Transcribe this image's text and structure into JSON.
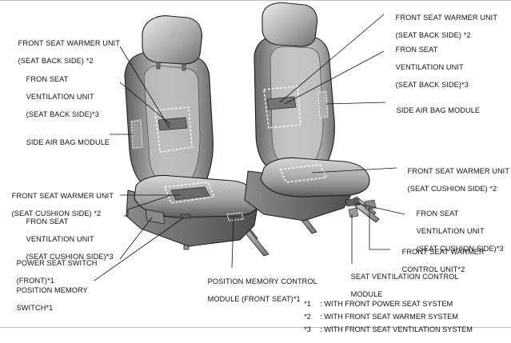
{
  "labels": {
    "l_warmer_back": {
      "lines": [
        "FRONT SEAT WARMER UNIT",
        "(SEAT BACK SIDE) *2"
      ]
    },
    "l_vent_back": {
      "lines": [
        "FRON SEAT",
        "VENTILATION UNIT",
        "(SEAT BACK SIDE)*3"
      ]
    },
    "l_airbag": {
      "lines": [
        "SIDE AIR BAG MODULE"
      ]
    },
    "l_warmer_cushion": {
      "lines": [
        "FRONT SEAT WARMER UNIT",
        "(SEAT CUSHION SIDE) *2"
      ]
    },
    "l_vent_cushion": {
      "lines": [
        "FRON SEAT",
        "VENTILATION UNIT",
        "(SEAT CUSHION SIDE)*3"
      ]
    },
    "l_power_switch": {
      "lines": [
        "POWER SEAT SWITCH",
        "(FRONT)*1"
      ]
    },
    "l_memory_switch": {
      "lines": [
        "POSITION MEMORY",
        "SWITCH*1"
      ]
    },
    "l_memory_module": {
      "lines": [
        "POSITION MEMORY CONTROL",
        "MODULE (FRONT SEAT)*1"
      ]
    },
    "r_warmer_back": {
      "lines": [
        "FRONT SEAT WARMER UNIT",
        "(SEAT BACK SIDE) *2"
      ]
    },
    "r_vent_back": {
      "lines": [
        "FRON SEAT",
        "VENTILATION UNIT",
        "(SEAT BACK SIDE)*3"
      ]
    },
    "r_airbag": {
      "lines": [
        "SIDE AIR BAG MODULE"
      ]
    },
    "r_warmer_cushion": {
      "lines": [
        "FRONT SEAT WARMER UNIT",
        "(SEAT CUSHION SIDE) *2"
      ]
    },
    "r_vent_cushion": {
      "lines": [
        "FRON SEAT",
        "VENTILATION UNIT",
        "(SEAT CUSHION SIDE)*3"
      ]
    },
    "r_warmer_control": {
      "lines": [
        "FRONT SEAT WARMER",
        "CONTROL UNIT*2"
      ]
    },
    "r_vent_control": {
      "lines": [
        "SEAT VENTILATION CONTROL",
        "MODULE"
      ]
    }
  },
  "notes": [
    {
      "mark": "*1",
      "text": ": WITH FRONT POWER SEAT SYSTEM"
    },
    {
      "mark": "*2",
      "text": ": WITH FRONT SEAT WARMER SYSTEM"
    },
    {
      "mark": "*3",
      "text": ": WITH FRONT SEAT VENTILATION SYSTEM"
    }
  ],
  "colors": {
    "seat_dark": "#6f6f6f",
    "seat_mid": "#a9a9a9",
    "seat_light": "#e4e4e4",
    "outline": "#1e1e1e",
    "dashed_unit": "#ffffff",
    "leader": "#111111"
  }
}
